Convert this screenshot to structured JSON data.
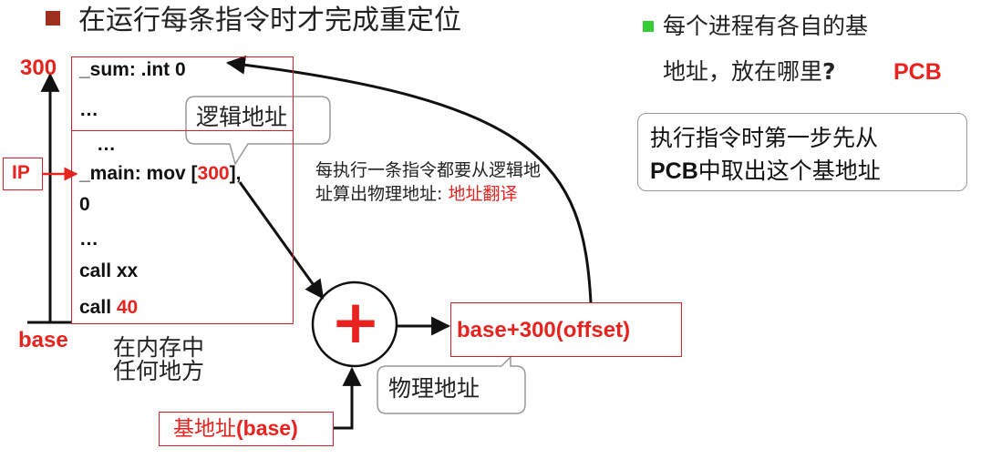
{
  "title": "在运行每条指令时才完成重定位",
  "side_note": {
    "line1": "每个进程有各自的基",
    "line2": "地址，放在哪里",
    "question_mark": "?",
    "answer": "PCB"
  },
  "pcb_box": {
    "line1": "执行指令时第一步先从",
    "line2_bold": "PCB",
    "line2_rest": "中取出这个基地址"
  },
  "memory": {
    "top_address": "300",
    "bottom_label": "base",
    "ip_label": "IP",
    "code": {
      "sum_line": "_sum:  .int  0",
      "dots1": "…",
      "dots2": "…",
      "main_prefix": "_main: mov [",
      "main_offset": "300",
      "main_suffix": "],",
      "main_zero": "0",
      "dots3": "…",
      "call_xx": "call xx",
      "call_prefix": "call ",
      "call_offset": "40"
    },
    "caption_line1": "在内存中",
    "caption_line2": "任何地方"
  },
  "callouts": {
    "logical_address": "逻辑地址",
    "physical_address": "物理地址"
  },
  "explanation": {
    "line1": "每执行一条指令都要从逻辑地",
    "line2_prefix": "址算出物理地址: ",
    "line2_red": "地址翻译"
  },
  "adder_symbol": "+",
  "physical_result": "base+300(offset)",
  "base_register": {
    "cjk": "基地址",
    "bold": "(base)"
  },
  "colors": {
    "accent_red": "#e8231f",
    "title_bullet": "#a0301e",
    "side_bullet": "#33cc33",
    "box_border_red": "#d8202a",
    "callout_border": "#999999"
  }
}
